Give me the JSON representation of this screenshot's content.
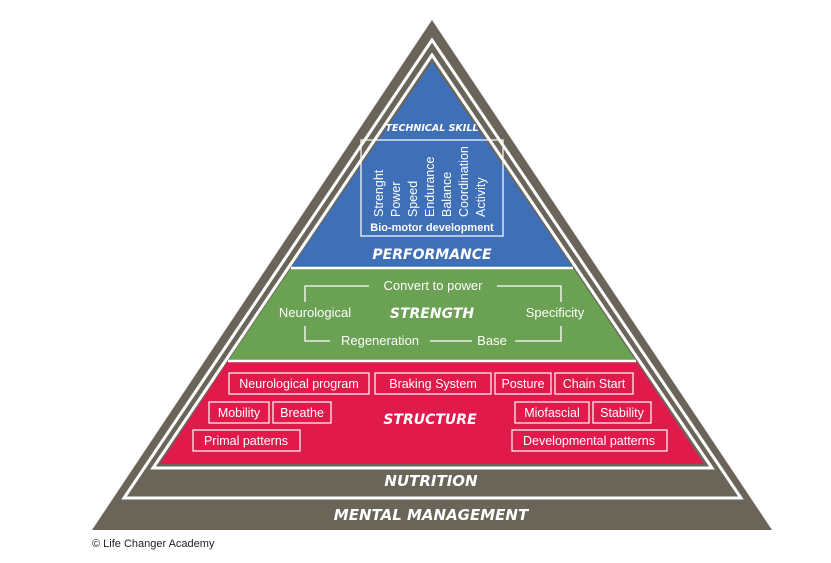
{
  "pyramid": {
    "performance": {
      "title": "PERFORMANCE",
      "technical_skill": "TECHNICAL SKILL",
      "biomotor": "Bio-motor development",
      "qualities": [
        "Strenght",
        "Power",
        "Speed",
        "Endurance",
        "Balance",
        "Coordination",
        "Activity"
      ]
    },
    "strength": {
      "title": "STRENGTH",
      "convert": "Convert to power",
      "neurological": "Neurological",
      "specificity": "Specificity",
      "regeneration": "Regeneration",
      "base": "Base"
    },
    "structure": {
      "title": "STRUCTURE",
      "row1": [
        "Neurological program",
        "Braking System",
        "Posture",
        "Chain Start"
      ],
      "row2_left": [
        "Mobility",
        "Breathe"
      ],
      "row2_right": [
        "Miofascial",
        "Stability"
      ],
      "row3_left": "Primal patterns",
      "row3_right": "Developmental patterns"
    },
    "nutrition": "NUTRITION",
    "mental": "MENTAL MANAGEMENT"
  },
  "copyright": "© Life Changer Academy",
  "colors": {
    "outer": "#6b6559",
    "performance": "#3f6fb6",
    "strength": "#6aa152",
    "structure": "#e01a4b",
    "separator": "#ffffff"
  }
}
